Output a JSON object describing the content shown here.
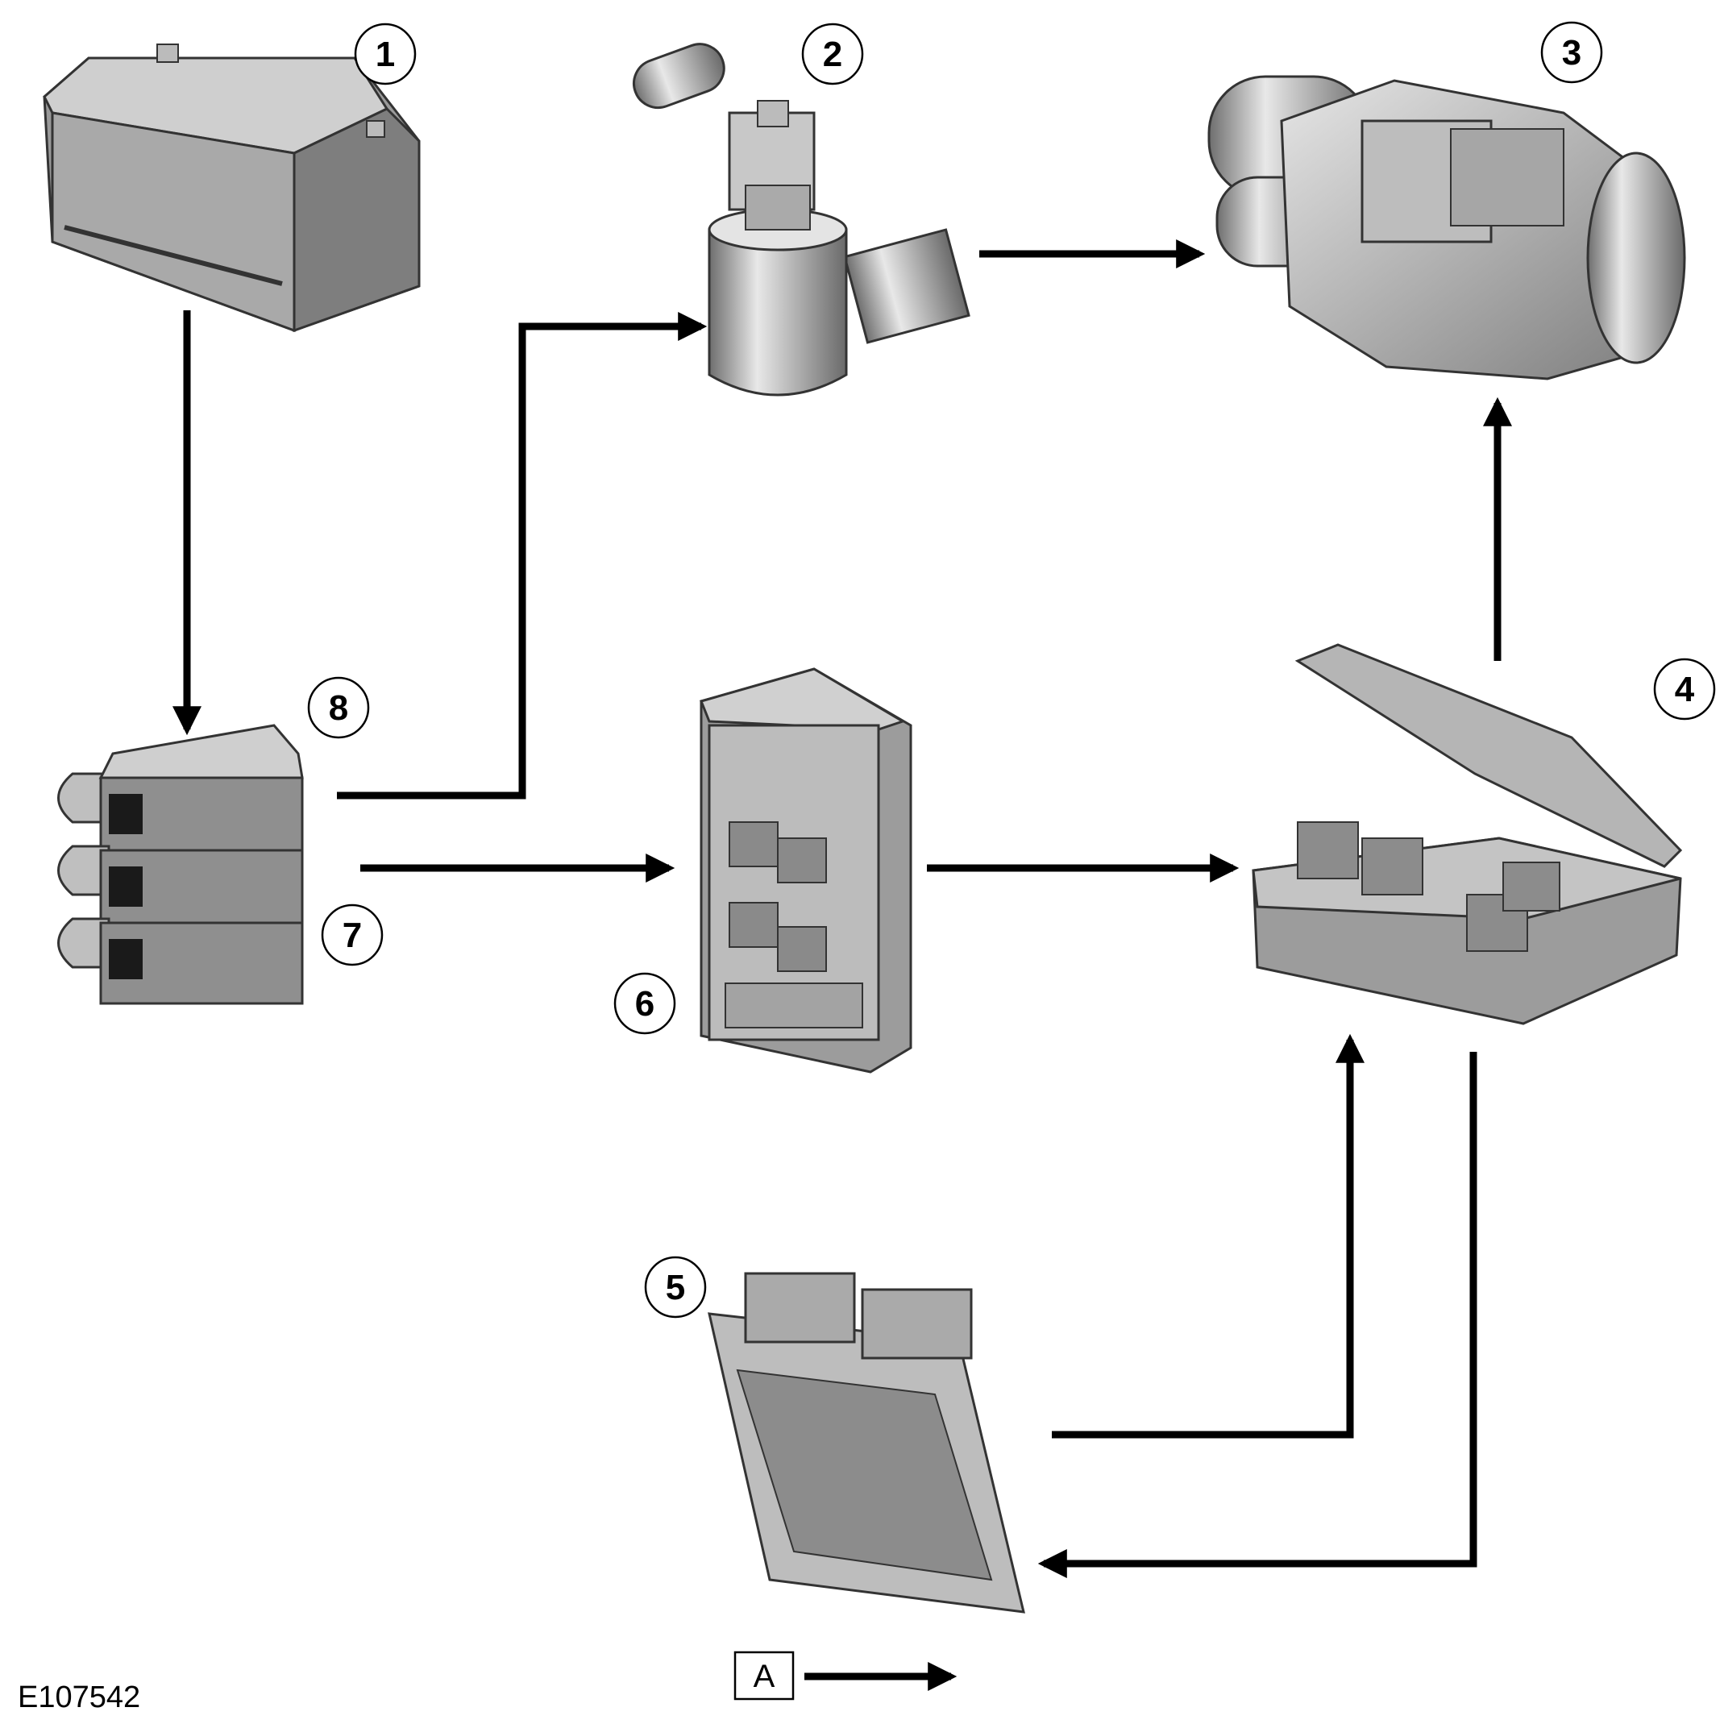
{
  "callouts": [
    {
      "id": "1",
      "label": "1"
    },
    {
      "id": "2",
      "label": "2"
    },
    {
      "id": "3",
      "label": "3"
    },
    {
      "id": "4",
      "label": "4"
    },
    {
      "id": "5",
      "label": "5"
    },
    {
      "id": "6",
      "label": "6"
    },
    {
      "id": "7",
      "label": "7"
    },
    {
      "id": "8",
      "label": "8"
    }
  ],
  "legend": {
    "label": "A"
  },
  "figure_code": "E107542",
  "colors": {
    "ink": "#000000",
    "part_light": "#d4d4d4",
    "part_mid": "#a8a8a8",
    "part_dark": "#6a6a6a"
  }
}
